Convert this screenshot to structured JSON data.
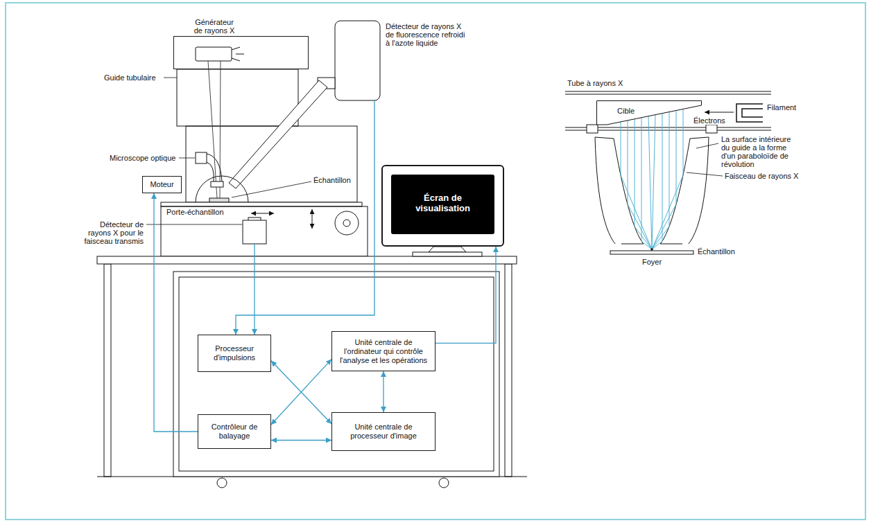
{
  "diagram": {
    "nodes": [
      {
        "text": [
          "Générateur de rayons X"
        ]
      },
      {
        "text": [
          "Moteur"
        ]
      },
      {
        "text": [
          "Écran de visualisation"
        ]
      },
      {
        "text": [
          "Processeur d'impulsions"
        ]
      },
      {
        "text": [
          "Unité centrale de l'ordinateur qui contrôle l'analyse et les opérations"
        ]
      },
      {
        "text": [
          "Contrôleur de balayage"
        ]
      },
      {
        "text": [
          "Unité centrale de processeur d'image"
        ]
      },
      {
        "text": [
          "Cible"
        ]
      }
    ],
    "edges": [
      {
        "from": 5,
        "to": 1,
        "arrow": "to"
      },
      {
        "from": 3,
        "to": 6,
        "arrow": "both"
      },
      {
        "from": 4,
        "to": 5,
        "arrow": "both"
      },
      {
        "from": 4,
        "to": 6,
        "arrow": "both"
      },
      {
        "from": 5,
        "to": 6,
        "arrow": "both"
      },
      {
        "from": 4,
        "to": 2,
        "arrow": "to"
      }
    ],
    "labels": [
      "Guide tubulaire",
      "Microscope optique",
      "Détecteur de rayons X de fluorescence refroidi à l'azote liquide",
      "Échantillon",
      "Porte-échantillon",
      "Détecteur de rayons X pour le faisceau transmis",
      "Tube à rayons X",
      "Électrons",
      "Filament",
      "La surface intérieure du guide a la forme d'un paraboloïde de révolution",
      "Faisceau de rayons X",
      "Échantillon",
      "Foyer"
    ]
  }
}
